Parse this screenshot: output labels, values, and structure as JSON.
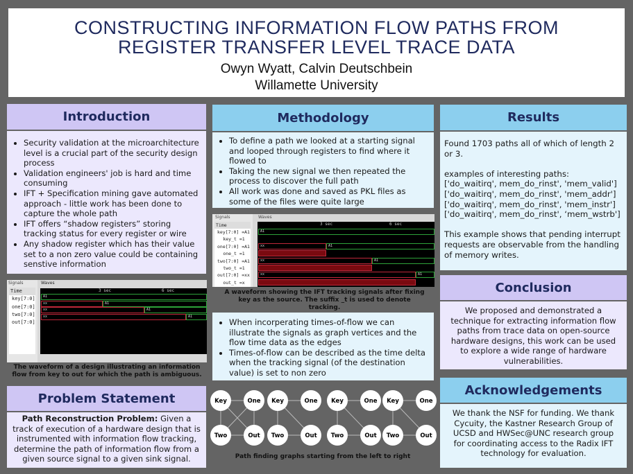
{
  "title": {
    "line1": "CONSTRUCTING INFORMATION FLOW PATHS FROM",
    "line2": "REGISTER TRANSFER LEVEL TRACE DATA",
    "authors": "Owyn Wyatt, Calvin Deutschbein",
    "affiliation": "Willamette University"
  },
  "introduction": {
    "heading": "Introduction",
    "bullets": [
      "Security validation at the microarchitecture level is a crucial part of the security design process",
      "Validation engineers' job is hard and time consuming",
      "IFT + Specification mining gave automated approach - little work has been done to capture the whole path",
      "IFT offers “shadow registers” storing tracking status for every register or wire",
      "Any shadow register which has their value set to a non zero value could be containing senstive information"
    ]
  },
  "waveform1": {
    "signals_label": "Signals",
    "waves_label": "Waves",
    "time_label": "Time",
    "ticks": [
      "3 sec",
      "6 sec"
    ],
    "signals": [
      "key[7:0]",
      "one[7:0]",
      "two[7:0]",
      "out[7:0]"
    ],
    "initial": [
      "A1",
      "xx",
      "xx",
      "xx"
    ],
    "final": "A1",
    "caption": "The waveform of a design illustrating an information flow from key to out for which the path is ambiguous."
  },
  "problem": {
    "heading": "Problem Statement",
    "bold": "Path Reconstruction Problem:",
    "text": " Given a track of execution of a hardware design that is instrumented with information flow tracking, determine the path of information flow from a given source signal to a given sink signal."
  },
  "methodology": {
    "heading": "Methodology",
    "bullets": [
      "To define a path we looked at a starting signal and looped through registers to find where it flowed to",
      "Taking the new signal we then repeated the process to discover the full path",
      "All work was done and saved as PKL files as some of the files were quite large"
    ],
    "bullets2": [
      "When incorperating times-of-flow we can illustrate the signals as graph vertices and the flow time data as the edges",
      "Times-of-flow can be described as the time delta when the tracking signal (of the destination value) is set to non zero"
    ]
  },
  "waveform2": {
    "signals_label": "Signals",
    "waves_label": "Waves",
    "time_label": "Time",
    "ticks": [
      "3 sec",
      "6 sec"
    ],
    "signals": [
      "key[7:0] =A1",
      "key_t =1",
      "one[7:0] =A1",
      "one_t =1",
      "two[7:0] =A1",
      "two_t =1",
      "out[7:0] =xx",
      "out_t =x"
    ],
    "initial": "xx",
    "final": "A1",
    "caption": "A waveform showing the IFT tracking signals after fixing key as the source. The suffix _t is used to denote tracking."
  },
  "graphs": {
    "nodes": [
      "Key",
      "One",
      "Two",
      "Out"
    ],
    "caption": "Path finding graphs  starting from the left to right"
  },
  "results": {
    "heading": "Results",
    "p1": "Found 1703 paths all of which of length 2 or 3.",
    "p2": "examples of interesting paths:",
    "paths": [
      "['do_waitirq', mem_do_rinst', 'mem_valid']",
      "['do_waitirq', mem_do_rinst', 'mem_addr']",
      "['do_waitirq', mem_do_rinst', 'mem_instr']",
      "['do_waitirq', mem_do_rinst', ‘mem_wstrb']"
    ],
    "p3": "This example shows that pending interrupt requests are observable from the handling of memory writes."
  },
  "conclusion": {
    "heading": "Conclusion",
    "text": "We proposed and demonstrated a technique for extracting information flow paths from trace data on open-source hardware designs, this work can be used to explore a wide range of hardware vulnerabilities."
  },
  "acknowledgements": {
    "heading": "Acknowledgements",
    "text": "We thank the NSF for funding. We thank Cycuity, the Kastner Research Group of UCSD and HWSec@UNC research group for coordinating access to the Radix IFT technology for evaluation."
  }
}
